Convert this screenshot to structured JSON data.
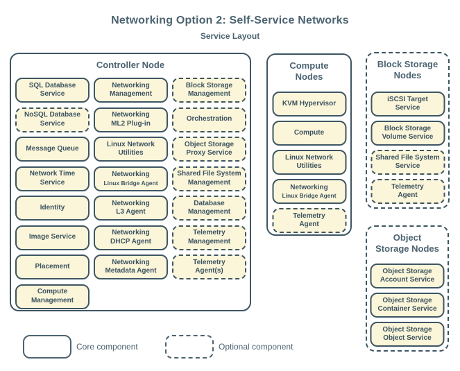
{
  "title": "Networking Option 2: Self-Service Networks",
  "subtitle": "Service Layout",
  "colors": {
    "background": "#ffffff",
    "line": "#3e5663",
    "heading": "#4c6370",
    "box_text": "#3b5360",
    "box_fill": "#fbf5d9"
  },
  "legend": [
    {
      "style": "solid",
      "label": "Core component"
    },
    {
      "style": "dashed",
      "label": "Optional component"
    }
  ],
  "sections": [
    {
      "id": "controller",
      "title": "Controller Node",
      "border": "solid",
      "columns": 3,
      "boxes": [
        {
          "label": "SQL Database\nService",
          "border": "solid"
        },
        {
          "label": "Networking\nManagement",
          "border": "solid"
        },
        {
          "label": "Block Storage\nManagement",
          "border": "dashed"
        },
        {
          "label": "NoSQL Database\nService",
          "border": "dashed"
        },
        {
          "label": "Networking\nML2 Plug-in",
          "border": "solid"
        },
        {
          "label": "Orchestration",
          "border": "dashed"
        },
        {
          "label": "Message Queue",
          "border": "solid"
        },
        {
          "label": "Linux Network\nUtilities",
          "border": "solid"
        },
        {
          "label": "Object Storage\nProxy Service",
          "border": "dashed"
        },
        {
          "label": "Network Time\nService",
          "border": "solid"
        },
        {
          "label": "Networking",
          "sublabel": "Linux Bridge Agent",
          "border": "solid"
        },
        {
          "label": "Shared File System\nManagement",
          "border": "dashed"
        },
        {
          "label": "Identity",
          "border": "solid"
        },
        {
          "label": "Networking\nL3 Agent",
          "border": "solid"
        },
        {
          "label": "Database\nManagement",
          "border": "dashed"
        },
        {
          "label": "Image Service",
          "border": "solid"
        },
        {
          "label": "Networking\nDHCP Agent",
          "border": "solid"
        },
        {
          "label": "Telemetry\nManagement",
          "border": "dashed"
        },
        {
          "label": "Placement",
          "border": "solid"
        },
        {
          "label": "Networking\nMetadata Agent",
          "border": "solid"
        },
        {
          "label": "Telemetry\nAgent(s)",
          "border": "dashed"
        },
        {
          "label": "Compute\nManagement",
          "border": "solid"
        }
      ]
    },
    {
      "id": "compute",
      "title": "Compute\nNodes",
      "border": "solid",
      "columns": 1,
      "boxes": [
        {
          "label": "KVM Hypervisor",
          "border": "solid"
        },
        {
          "label": "Compute",
          "border": "solid"
        },
        {
          "label": "Linux Network\nUtilities",
          "border": "solid"
        },
        {
          "label": "Networking",
          "sublabel": "Linux Bridge Agent",
          "border": "solid"
        },
        {
          "label": "Telemetry\nAgent",
          "border": "dashed"
        }
      ]
    },
    {
      "id": "block-storage",
      "title": "Block Storage\nNodes",
      "border": "dashed",
      "columns": 1,
      "boxes": [
        {
          "label": "iSCSI Target\nService",
          "border": "solid"
        },
        {
          "label": "Block Storage\nVolume Service",
          "border": "solid"
        },
        {
          "label": "Shared File System\nService",
          "border": "dashed"
        },
        {
          "label": "Telemetry\nAgent",
          "border": "dashed"
        }
      ]
    },
    {
      "id": "object-storage",
      "title": "Object\nStorage Nodes",
      "border": "dashed",
      "columns": 1,
      "boxes": [
        {
          "label": "Object Storage\nAccount Service",
          "border": "solid"
        },
        {
          "label": "Object Storage\nContainer Service",
          "border": "solid"
        },
        {
          "label": "Object Storage\nObject Service",
          "border": "solid"
        }
      ]
    }
  ]
}
